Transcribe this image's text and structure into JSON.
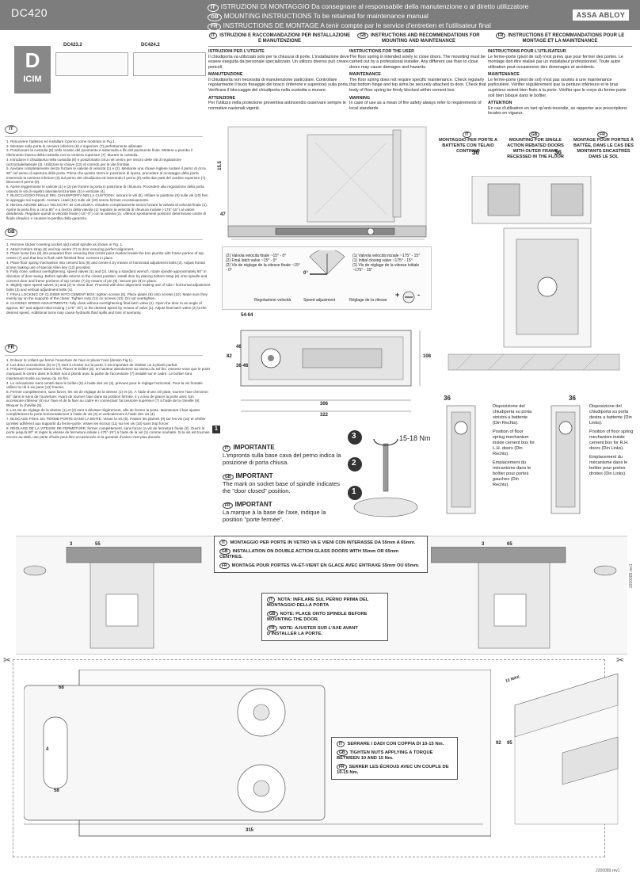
{
  "header": {
    "model": "DC420",
    "lines": [
      {
        "code": "IT",
        "text": "ISTRUZIONI DI MONTAGGIO Da consegnare al responsabile della manutenzione o al diretto utilizzatore"
      },
      {
        "code": "GB",
        "text": "MOUNTING INSTRUCTIONS To be retained for maintenance manual"
      },
      {
        "code": "FR",
        "text": "INSTRUCTIONS DE MONTAGE A tenir compte par le service d'entretien et l'utilisateur final"
      }
    ],
    "brand": "ASSA ABLOY"
  },
  "cert": {
    "logo_text": "ICIM",
    "logo_letter": "D",
    "models": [
      "DC423.2",
      "DC424.2"
    ]
  },
  "intro": [
    {
      "code": "IT",
      "title": "ISTRUZIONI E RACCOMANDAZIONI PER INSTALLAZIONE E MANUTENZIONE",
      "h1": "ISTRUZIONI PER L'UTENTE",
      "p1": "Il chiudiporta va utilizzato solo per la chiusura di porte. L'installazione deve essere eseguita da personale specializzato. Un utilizzo diverso può creare pericoli.",
      "h2": "MANUTENZIONE",
      "p2": "Il chiudiporta non necessita di manutenzione particolare. Controllare regolarmente il buon fissaggio dei bracci (inferiore e superiore) sulla porta. Verificare il bloccaggio del chiudiporta nella custodia a murare.",
      "h3": "ATTENZIONE",
      "p3": "Per l'utilizzo nella protezione preventiva antincendio osservare sempre le normative nazionali vigenti."
    },
    {
      "code": "GB",
      "title": "INSTRUCTIONS AND RECOMMENDATIONS FOR MOUNTING AND MAINTENANCE",
      "h1": "INSTRUCTIONS FOR THE USER",
      "p1": "The floor spring is intended solely to close doors. The mounting must be carried out by a professional installer. Any different use than to close doors may cause damages and hazards.",
      "h2": "MAINTENANCE",
      "p2": "The floor spring does not require specific maintenance. Check regularly that bottom hinge and top arms be securely attached to door. Check that body of floor spring be firmly blocked within cement box.",
      "h3": "WARNING",
      "p3": "In case of use as a mean of fire safety always refer to requirements of local standards."
    },
    {
      "code": "FR",
      "title": "INSTRUCTIONS ET RECOMMANDATIONS POUR LE MONTAGE ET LA MAINTENANCE",
      "h1": "INSTRUCTIONS POUR L'UTILISATEUR",
      "p1": "Le ferme-porte (pivot de sol) n'est prévu que pour fermer des portes. Le montage doit être réalisé par un installateur professionnel. Toute autre utilisation peut occasionner des dommages et accidents.",
      "h2": "MAINTENANCE",
      "p2": "Le ferme-porte (pivot de sol) n'est pas soumis à une maintenance particulière. Vérifier régulièrement que la penture inférieure et le bras supérieur soient bien fixés à la porte. Vérifier que le corps du ferme-porte soit bien bloqué dans le boîtier.",
      "h3": "ATTENTION",
      "p3": "En cas d'utilisation en tant qu'anti-incendie, se rapporter aux prescriptions locales en vigueur."
    }
  ],
  "instructions": [
    {
      "code": "IT",
      "items": [
        "1. Rimuovere l'adesivo ed installare il perno come mostrato in Fig.1.",
        "2. Montare sulla porta le cerniere inferiore (6) e superiore (7) perfettamente allineate.",
        "3. Posizionare la custodia (8) nello scasso del pavimento e sistemarla a filo del pavimento finito. Mettere a piombo il riferimento interno della custodia con la cerniera superiore (7). Murare la custodia.",
        "4. Introdurre il chiudiporta nella custodia (8) e posizionarlo circa nel centro per mezzo delle viti di regolazione orizzontale/laterale (3). Utilizzare la chiave (12) di corredo per la vite frontale.",
        "5. Avvitare completamente senza forzare le valvole di velocità (1) e (2). Mediante una chiave inglese ruotare il perno di circa 60° nel senso di apertura della porta. Prima che questo ritorni in posizione di riposo, procedere al montaggio della porta inserendo la cerniera inferiore (6) sul perno del chiudiporta ed inserendo il perno (9) nella due parti del cardine superiore (7). Bloccare il perno (9).",
        "6. Aprire leggermente le valvole (1) e (2) per fornire la porta in posizione di chiusura. Procedere alla regolazione della porta usando le viti di registro laterale/orizzontale (3) e verticale (4).",
        "7. BLOCCAGGIO FINALE DEL CHIUDIPORTA NELLA CUSTODIA: serrare le viti (5). Infilare le piastrine (9) sulle viti (10) ben in appoggio sui supporti. Avvitare i dadi (11) sulle viti (10) senza forzare eccessivamente.",
        "8. REGOLAZIONE DELLA VELOCITA' DI CHIUSURA: chiudere completamente senza forzare la valvola di velocità finale (2). Aprire la porta fino a circa 80° e a mezzo della valvola (1) regolare la velocità di chiusura iniziale (-175°-15°) al valore desiderato. Regolare quindi la velocità finale (-15°-0°) con la valvola (2). Ulteriori spostamenti possono determinare uscite di fluido idraulico e causare la perdita della garanzia."
      ]
    },
    {
      "code": "GB",
      "items": [
        "1. Remove sticker covering socket and install spindle as shown in Fig. 1.",
        "2. Attach bottom strap (6) and top centre (7) to door ensuring perfect alignment.",
        "3. Place loose box (8) into prepared floor ensuring that centre point marked inside the box plumbs with frame portion of top centre (7) and that box is flush with finished floor. Cement in place.",
        "4. Place floor spring mechanism into cement box (8) and centre it by means of horizontal adjustment bolts (3). Adjust frontal screw making use of special Allen key (12) provided.",
        "5. Fully close, without overtightening, speed valves (1) and (2). Using a standard wrench, rotate spindle approximately 60° in direction of door swing. Before spindle returns to the closed position, install door by placing bottom strap (6) onto spindle and connect door and frame portions of top centre (7) by means of pin (9). Secure pin (9) in place.",
        "6. Slightly open speed valves (1) and (2) to close door. Proceed with door alignment making use of side / horizontal adjustment bolts (3) and vertical adjustment bolts (4).",
        "7. FINAL LOCKING OF CLOSER INTO CEMENT BOX: tighten screws (5). Place plates (9) onto screws (10). Make sure they evenly lay on the supports of the closer. Tighten nuts (11) on screws (10). Do not overtighten.",
        "8. CLOSING SPEED ADJUSTMENTS: fully close without overtightening final latch valve (2). Open the door to an angle of approx. 80° and adjust initial closing (-175°-15°) to the desired speed by means of valve (1). Adjust final latch valve (2) to the desired speed. Additional turns may cause hydraulic fluid spills and loss of warranty."
      ]
    },
    {
      "code": "FR",
      "items": [
        "1. Enlever le collant qui ferme l'ouverture de l'axe et placer l'axe (dessin Fig.1).",
        "2. Les deux accessoires (6) et (7) sont à monter sur la porte, il est important de réaliser un à plomb parfait.",
        "3. Préparer l'ouverture dans le sol. Placer le boîtier (8), en hauteur absolument au niveau du sol fini. Assurez-vous que le point marquant le centre dans le boîtier soit à plomb avec la partie de l'accessoire (7) installé sur le cadre. Le boîtier sera maintenant scellé au niveau du sol fini.",
        "4. Le mécanisme vient centré dans le boîtier (8) à l'aide des vis (3), prévues pour le réglage horizontal. Pour la vis frontale utiliser la clé à six pans (12) fournie.",
        "5. Fermer complètement, sans forcer, les vis de réglage de la vitesse (1) et (2). À l'aide d'une clé plate, tourner l'axe d'environ 60° dans le sens de l'ouverture. Avant de tourner l'axe dans sa position fermée, il y a lieu de placer la porte avec son accessoire inférieur (6) sur l'axe et de la fixer au cadre en connectant l'accessoire supérieur (7) à l'aide de la cheville (9). Bloquer la cheville (9).",
        "6. Les vis de réglage de la vitesse (1) et (2) sont à dévisser légèrement, afin de fermer la porte. Maintenant il faut ajuster complètement la porte horizontalement à l'aide de vis (3) et verticalement à l'aide des vis (4).",
        "7. BLOCAGE FINAL DU FERME-PORTE DANS LA BOITE: Visser la vis (5). Passer les plaines (9) sur les vis (10) et vérifier qu'elles adhèrent aux supports du ferme-porte. Visser les écrous (11) sur les vis (10) sans trop forcer.",
        "8. RÉGLAGE DE LA VITESSE DE FERMETURE: fermer complètement, sans forcer, la vis de fermeture finale (2). Ouvrir la porte jusqu'à 80° et régler la vitesse de fermeture initiale (-175°-15°) à l'aide de la vis (1) comme souhaité. Si la vis est tournée encore au-delà, une perte d'huile peut être occasionnée et la garantie d'usine n'est plus donnée."
      ]
    }
  ],
  "valves": {
    "left": [
      "(2) Valvola velocità finale ~15° - 0°",
      "(2) Final latch valve ~15° - 0°",
      "(2) Vis de réglage de la vitesse finale ~15° - 0°"
    ],
    "right": [
      "(1) Valvola velocità iniziale ~175° - 15°",
      "(1) Initial closing valve ~175° - 15°",
      "(1) Vis de réglage de la vitesse initiale ~175° - 15°"
    ],
    "center": "0°",
    "labels": [
      "Regolazione velocità",
      "Speed adjustment",
      "Réglage de la vitesse"
    ],
    "plus": "+",
    "minus": "-"
  },
  "dims": {
    "d1": "54-64",
    "d2": "82",
    "d3": "46",
    "d4": "36-46",
    "d5": "306",
    "d6": "322",
    "d7": "108",
    "d8": "4",
    "d9": "47",
    "d10": "15.5",
    "d11": "36",
    "d12": "3",
    "d13": "55",
    "d14": "65",
    "d15": "68",
    "d16": "58",
    "d17": "315",
    "d18": "92",
    "d19": "95",
    "d20": "12 MAX."
  },
  "torque": {
    "value": "15-18 Nm",
    "step_numbers": [
      "3",
      "2",
      "1"
    ]
  },
  "important": [
    {
      "code": "IT",
      "title": "IMPORTANTE",
      "text": "L'impronta sulla base cava del perno indica la posizione di porta chiusa."
    },
    {
      "code": "GB",
      "title": "IMPORTANT",
      "text": "The mark on socket base of spindle indicates the \"door closed\" position."
    },
    {
      "code": "FR",
      "title": "IMPORTANT",
      "text": "La marque à la base de l'axe, indique la position \"porte fermée\"."
    }
  ],
  "fig_number": "1",
  "mount": [
    {
      "code": "IT",
      "text": "MONTAGGIO PER PORTE A BATTENTE CON TELAIO CONTINUO"
    },
    {
      "code": "GB",
      "text": "MOUNTING FOR SINGLE ACTION REBATED DOORS WITH OUTER FRAME RECESSED IN THE FLOOR"
    },
    {
      "code": "FR",
      "text": "MONTAGE POUR PORTES À BATTÉE, DANS LE CAS DES MONTANTS ENCASTRÉS DANS LE SOL"
    }
  ],
  "disp_left": [
    "Disposizione del chiudiporta su porta sinistra a battente (Din Rechts).",
    "Position of floor spring mechanism inside cement box for L.H. doors (Din Rechts).",
    "Emplacement du mécanisme dans le boîtier pour portes gauches (Din Rechts)."
  ],
  "disp_right": [
    "Disposizione del chiudiporta su porta destra a battente (Din Links).",
    "Position of floor spring mechanism inside cement box for R.H. doors (Din Links).",
    "Emplacement du mécanisme dans le boîtier pour portes droites (Din Links)."
  ],
  "glass": [
    {
      "code": "IT",
      "text": "MONTAGGIO PER PORTE IN VETRO VA E VIENI CON INTERASSE DA 55mm A 65mm."
    },
    {
      "code": "GB",
      "text": "INSTALLATION ON DOUBLE ACTION GLASS DOORS WITH 55mm OR 65mm CENTRES."
    },
    {
      "code": "FR",
      "text": "MONTAGE POUR PORTES VA-ET-VIENT EN GLACE AVEC ENTRAXE 55mm OU 65mm."
    }
  ],
  "note": [
    {
      "code": "IT",
      "text": "NOTA: INFILARE SUL PERNO PRIMA DEL MONTAGGIO DELLA PORTA"
    },
    {
      "code": "GB",
      "text": "NOTE: PLACE ONTO SPINDLE BEFORE MOUNTING THE DOOR."
    },
    {
      "code": "FR",
      "text": "NOTE: AJUSTER SUR L'AXE AVANT D'INSTALLER LA PORTE."
    }
  ],
  "tighten": [
    {
      "code": "IT",
      "text": "SERRARE I DADI CON COPPIA DI 10-15 Nm."
    },
    {
      "code": "GB",
      "text": "TIGHTEN NUTS APPLYING A TORQUE BETWEEN 10 AND 15 Nm."
    },
    {
      "code": "FR",
      "text": "SERRER LES ÉCROUS AVEC UN COUPLE DE 10-15 Nm."
    }
  ],
  "docref": "2200089.rev1"
}
